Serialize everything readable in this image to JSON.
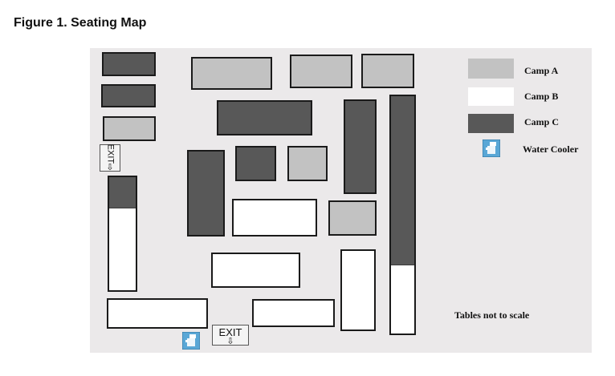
{
  "figure": {
    "title": "Figure 1.  Seating Map"
  },
  "colors": {
    "camp_a": "#c2c2c2",
    "camp_b": "#ffffff",
    "camp_c": "#585858",
    "background": "#ebe9ea",
    "water_cooler": "#5aa7d6"
  },
  "exits": {
    "left_label": "EXIT",
    "bottom_label": "EXIT",
    "arrow_glyph": "⇩"
  },
  "legend": {
    "items": [
      {
        "label": "Camp A",
        "color": "#c2c2c2"
      },
      {
        "label": "Camp B",
        "color": "#ffffff"
      },
      {
        "label": "Camp C",
        "color": "#585858"
      },
      {
        "label": "Water Cooler",
        "icon": "water-cooler-icon"
      }
    ]
  },
  "note": "Tables not to scale",
  "tables": [
    {
      "camp": "C"
    },
    {
      "camp": "C"
    },
    {
      "camp": "A"
    },
    {
      "camp": "A"
    },
    {
      "camp": "A"
    },
    {
      "camp": "A"
    },
    {
      "camp": "C"
    },
    {
      "camp": "C"
    },
    {
      "camp": "C"
    },
    {
      "camp": "C"
    },
    {
      "camp": "A"
    },
    {
      "camp": "B"
    },
    {
      "camp": "A"
    },
    {
      "camp": "B"
    },
    {
      "camp": "B"
    },
    {
      "camp": "B"
    },
    {
      "camp": "B"
    },
    {
      "camp": "C/B split"
    },
    {
      "camp": "C/B split"
    }
  ]
}
